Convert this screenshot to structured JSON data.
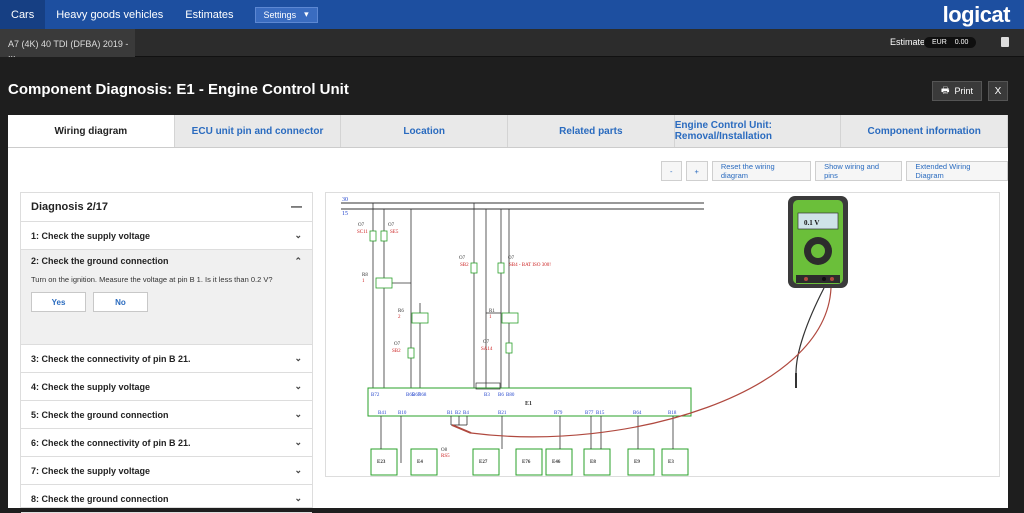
{
  "nav": {
    "tabs": [
      "Cars",
      "Heavy goods vehicles",
      "Estimates"
    ],
    "settings": "Settings",
    "logo": "logicat"
  },
  "vehicle": "A7 (4K) 40 TDI (DFBA) 2019 - ...",
  "estimate": {
    "label": "Estimate",
    "currency": "EUR",
    "value": "0.00"
  },
  "title": "Component Diagnosis: E1 - Engine Control Unit",
  "actions": {
    "print": "Print",
    "close": "X"
  },
  "tabs": [
    "Wiring diagram",
    "ECU unit pin and connector",
    "Location",
    "Related parts",
    "Engine Control Unit: Removal/Installation",
    "Component information"
  ],
  "tools": [
    "-",
    "+",
    "Reset the wiring diagram",
    "Show wiring and pins",
    "Extended Wiring Diagram"
  ],
  "diagnosis": {
    "header": "Diagnosis 2/17",
    "collapse": "—",
    "steps": [
      "1: Check the supply voltage",
      "2: Check the ground connection",
      "3: Check the connectivity of pin B 21.",
      "4: Check the supply voltage",
      "5: Check the ground connection",
      "6: Check the connectivity of pin B 21.",
      "7: Check the supply voltage",
      "8: Check the ground connection"
    ],
    "prompt": "Turn on the ignition. Measure the voltage at pin B 1. Is it less than 0.2 V?",
    "yes": "Yes",
    "no": "No"
  },
  "diagram": {
    "rails": [
      "30",
      "15"
    ],
    "meter_reading": "0.1 V",
    "fuses": [
      {
        "id": "O7",
        "code": "SC11"
      },
      {
        "id": "O7",
        "code": "SE5"
      },
      {
        "id": "O7",
        "code": "SB2"
      },
      {
        "id": "O7",
        "code": "SB4 - BAT ISO 300!"
      },
      {
        "id": "O7",
        "code": "SB2"
      },
      {
        "id": "O7",
        "code": "SA14"
      }
    ],
    "relays": [
      {
        "id": "R8",
        "n": "1"
      },
      {
        "id": "R6",
        "n": "2"
      },
      {
        "id": "R1",
        "n": "1"
      }
    ],
    "ecu": "E1",
    "ecu_pins_top": [
      "B72",
      "B65",
      "B67",
      "B68",
      "B3",
      "B6",
      "B80"
    ],
    "ecu_pins_bottom": [
      "B41",
      "B10",
      "B1",
      "B2",
      "B4",
      "B21",
      "B79",
      "B77",
      "B15",
      "B64",
      "B18"
    ],
    "components": [
      "E23",
      "E4",
      "E27",
      "E76",
      "E46",
      "E8",
      "E9",
      "E3"
    ],
    "ground": {
      "id": "O8",
      "code": "RS5"
    }
  },
  "colors": {
    "nav": "#1d4fa0",
    "link": "#2a6bbf",
    "component": "#2aa02a",
    "wire_red": "#b0493f"
  }
}
